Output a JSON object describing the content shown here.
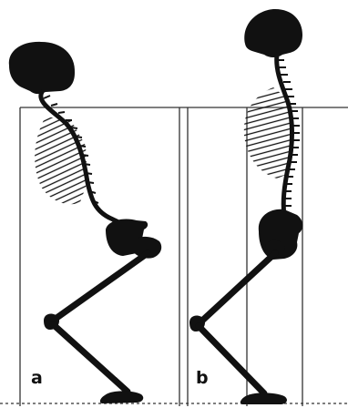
{
  "figure": {
    "panels": [
      {
        "id": "a",
        "label": "a"
      },
      {
        "id": "b",
        "label": "b"
      }
    ]
  },
  "colors": {
    "ink": "#111111",
    "frame": "#333333",
    "background": "#ffffff"
  }
}
